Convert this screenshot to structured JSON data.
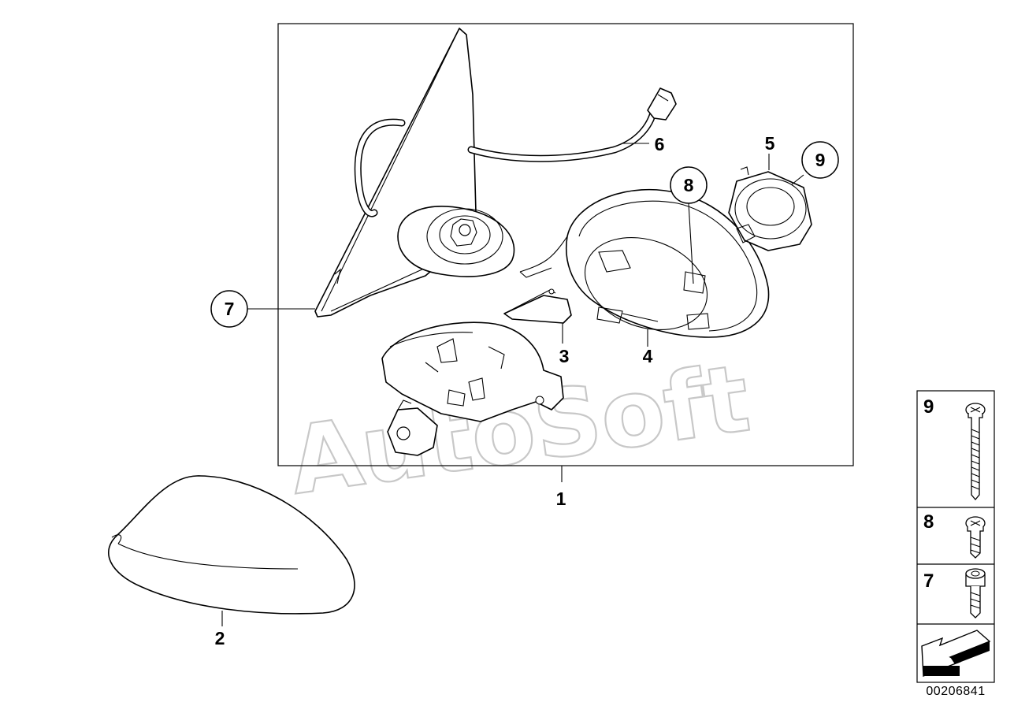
{
  "diagram_id": "00206841",
  "watermark": "AutoSoft",
  "callouts": {
    "main_assembly": "1",
    "mirror_cap": "2",
    "bracket": "3",
    "mirror_housing": "4",
    "motor": "5",
    "cable": "6",
    "screw_7": "7",
    "screw_8": "8",
    "screw_9": "9"
  },
  "legend": [
    {
      "num": "9",
      "icon": "long-phillips-screw-icon"
    },
    {
      "num": "8",
      "icon": "short-phillips-screw-icon"
    },
    {
      "num": "7",
      "icon": "hex-socket-screw-icon"
    }
  ],
  "arrow_icon": "direction-arrow-icon"
}
